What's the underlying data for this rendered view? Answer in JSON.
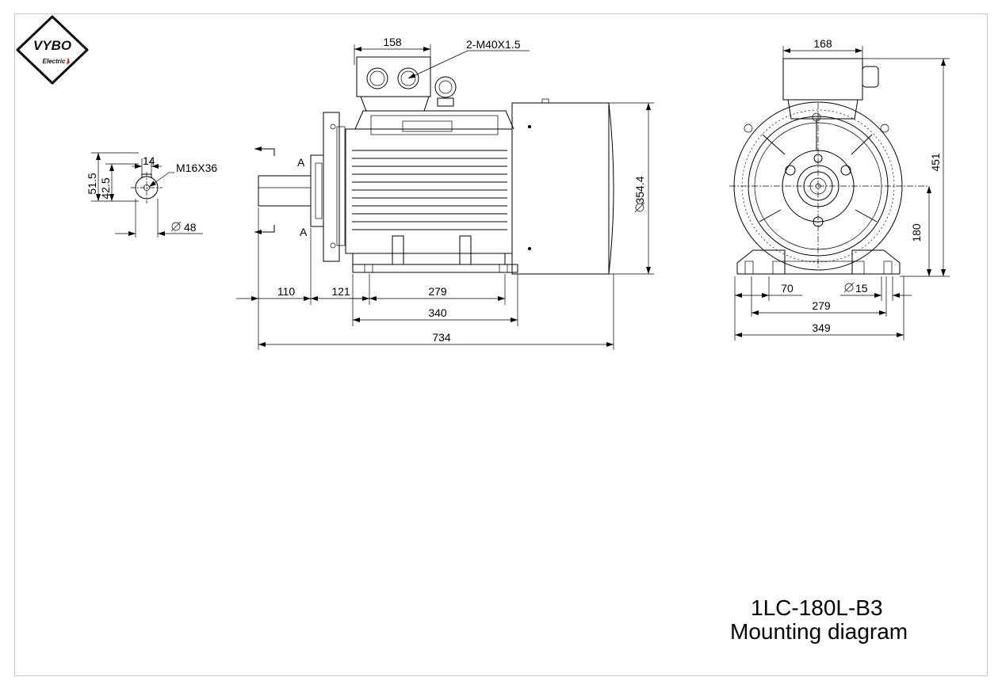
{
  "brand": {
    "logo_main": "VYBO",
    "logo_sub": "Electric"
  },
  "model": "1LC-180L-B3",
  "caption": "Mounting diagram",
  "section_labels": {
    "top": "A",
    "bottom": "A"
  },
  "shaft_end_view": {
    "keyway_width": "14",
    "height_1": "51.5",
    "height_2": "42.5",
    "thread": "M16X36",
    "shaft_diameter": "48"
  },
  "side_view": {
    "terminal_box_width": "158",
    "cable_gland": "2-M40X1.5",
    "frame_diameter": "354.4",
    "shaft_length": "110",
    "shoulder_to_foot_hole": "121",
    "foot_hole_spacing": "279",
    "foot_length": "340",
    "overall_length": "734"
  },
  "front_view": {
    "terminal_box_width": "168",
    "overall_height": "451",
    "shaft_height": "180",
    "foot_width": "70",
    "hole_diameter": "15",
    "hole_spacing": "279",
    "base_width": "349"
  }
}
